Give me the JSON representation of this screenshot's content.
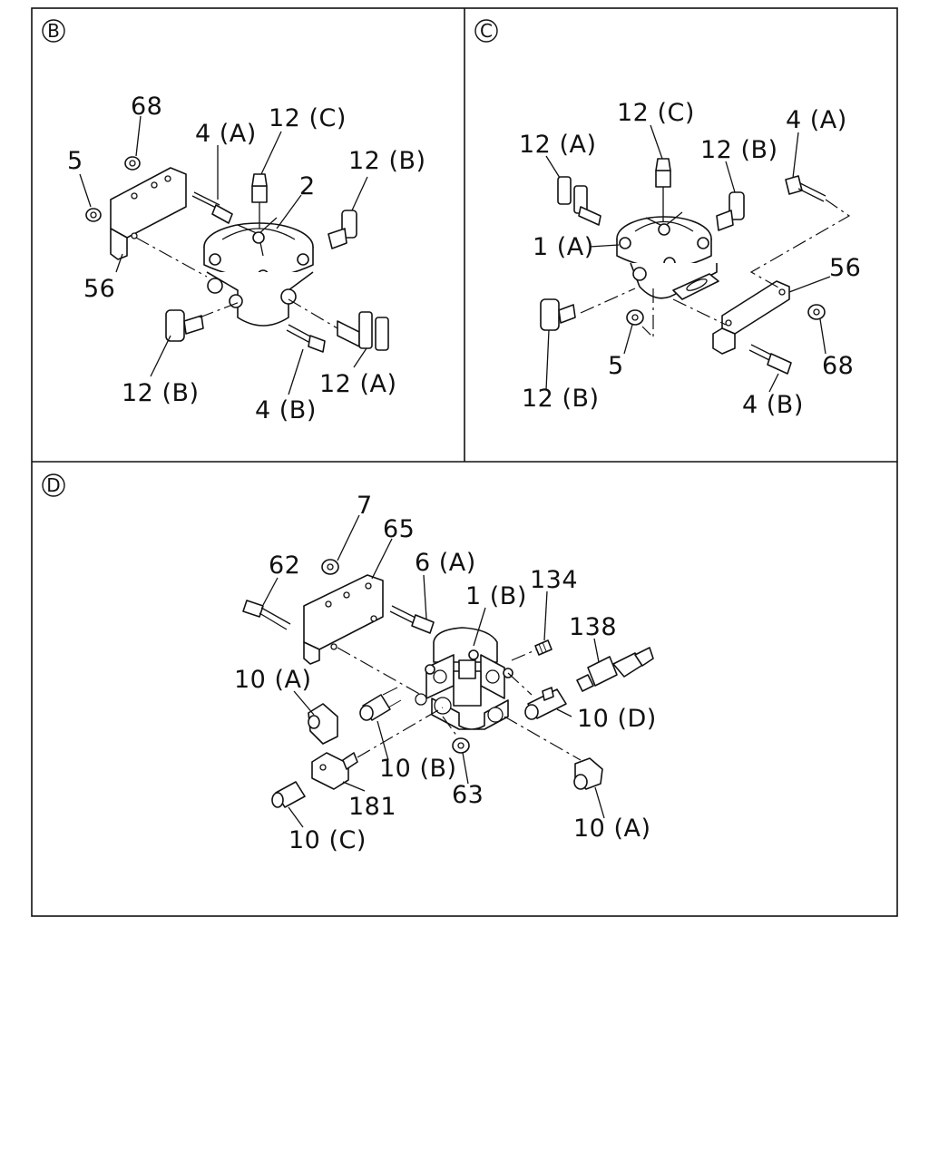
{
  "panels": {
    "B": {
      "marker": "B",
      "labels": {
        "p68": "68",
        "p5": "5",
        "p4a": "4 (A)",
        "p12c": "12 (C)",
        "p2": "2",
        "p12b_top": "12 (B)",
        "p56": "56",
        "p12b_bot": "12 (B)",
        "p4b": "4 (B)",
        "p12a": "12 (A)"
      }
    },
    "C": {
      "marker": "C",
      "labels": {
        "p12c": "12 (C)",
        "p4a": "4 (A)",
        "p12a": "12 (A)",
        "p12b_top": "12 (B)",
        "p1a": "1 (A)",
        "p56": "56",
        "p5": "5",
        "p68": "68",
        "p12b_bot": "12 (B)",
        "p4b": "4 (B)"
      }
    },
    "D": {
      "marker": "D",
      "labels": {
        "p7": "7",
        "p65": "65",
        "p62": "62",
        "p6a": "6 (A)",
        "p1b": "1 (B)",
        "p134": "134",
        "p138": "138",
        "p10a_top": "10 (A)",
        "p10d": "10 (D)",
        "p10b": "10 (B)",
        "p63": "63",
        "p181": "181",
        "p10c": "10 (C)",
        "p10a_bot": "10 (A)"
      }
    }
  }
}
